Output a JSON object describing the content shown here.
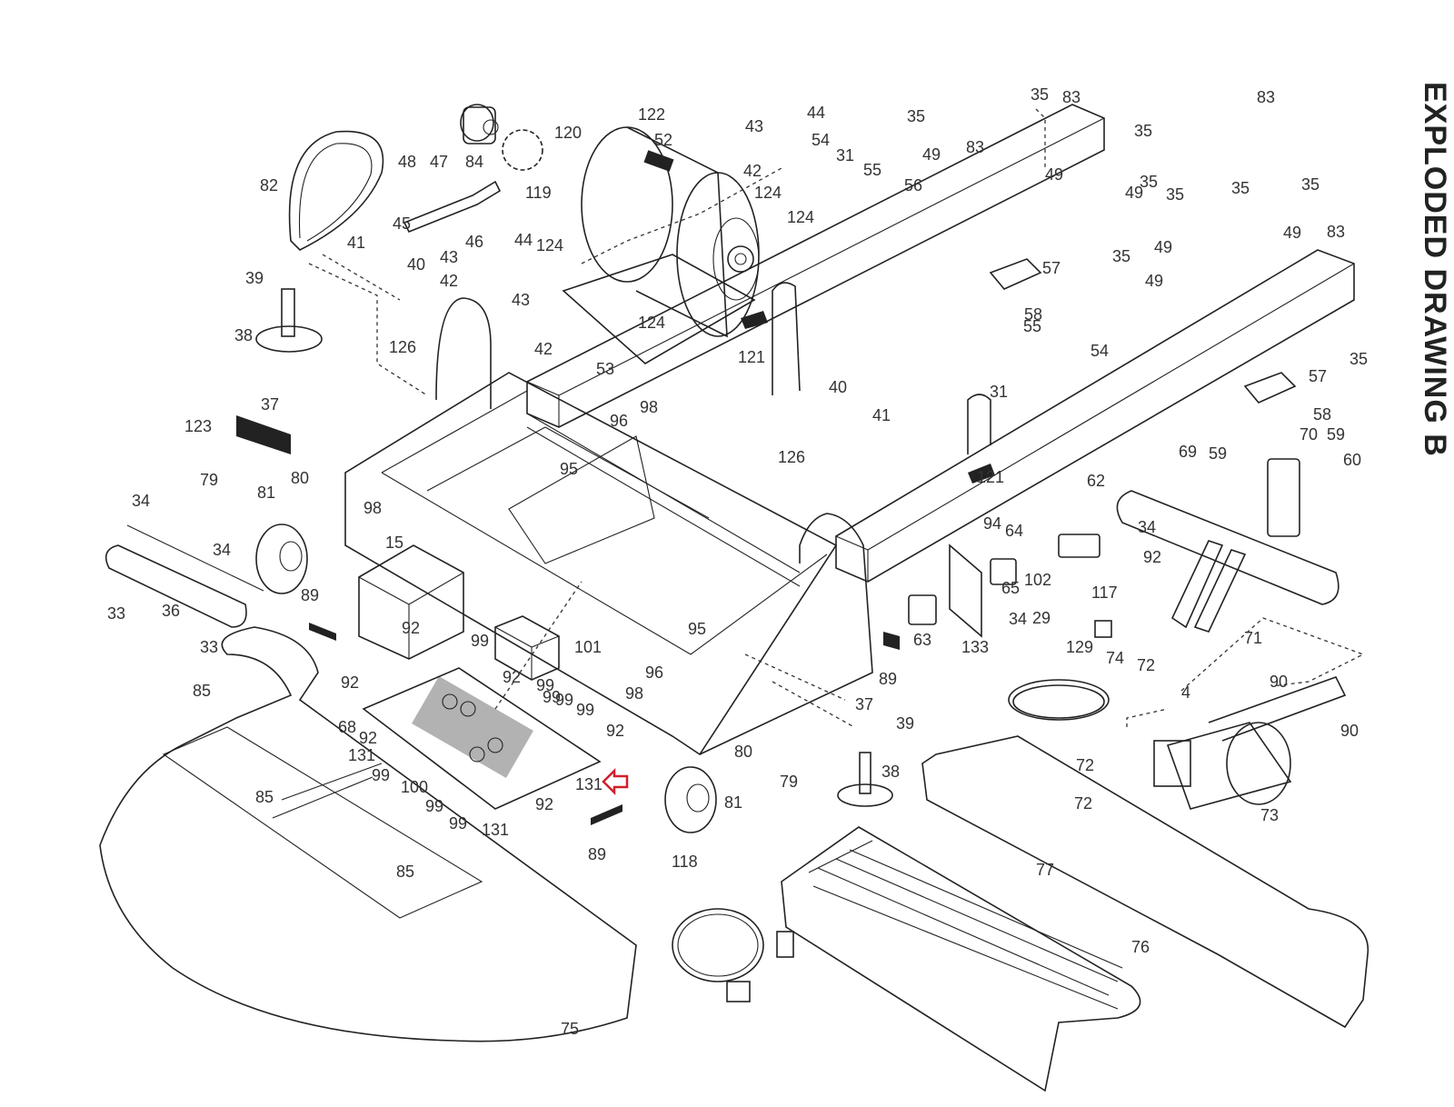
{
  "page": {
    "title": "EXPLODED DRAWING B",
    "highlight": {
      "part_number": "131",
      "marker": "arrow-left-outline",
      "color": "#d0202a"
    }
  },
  "parts": [
    {
      "n": "4"
    },
    {
      "n": "15"
    },
    {
      "n": "29"
    },
    {
      "n": "31"
    },
    {
      "n": "33"
    },
    {
      "n": "34"
    },
    {
      "n": "35"
    },
    {
      "n": "36"
    },
    {
      "n": "37"
    },
    {
      "n": "38"
    },
    {
      "n": "39"
    },
    {
      "n": "40"
    },
    {
      "n": "41"
    },
    {
      "n": "42"
    },
    {
      "n": "43"
    },
    {
      "n": "44"
    },
    {
      "n": "45"
    },
    {
      "n": "46"
    },
    {
      "n": "47"
    },
    {
      "n": "48"
    },
    {
      "n": "49"
    },
    {
      "n": "52"
    },
    {
      "n": "53"
    },
    {
      "n": "54"
    },
    {
      "n": "55"
    },
    {
      "n": "56"
    },
    {
      "n": "57"
    },
    {
      "n": "58"
    },
    {
      "n": "59"
    },
    {
      "n": "60"
    },
    {
      "n": "62"
    },
    {
      "n": "63"
    },
    {
      "n": "64"
    },
    {
      "n": "65"
    },
    {
      "n": "68"
    },
    {
      "n": "69"
    },
    {
      "n": "70"
    },
    {
      "n": "71"
    },
    {
      "n": "72"
    },
    {
      "n": "73"
    },
    {
      "n": "74"
    },
    {
      "n": "75"
    },
    {
      "n": "76"
    },
    {
      "n": "77"
    },
    {
      "n": "79"
    },
    {
      "n": "80"
    },
    {
      "n": "81"
    },
    {
      "n": "82"
    },
    {
      "n": "83"
    },
    {
      "n": "84"
    },
    {
      "n": "85"
    },
    {
      "n": "89"
    },
    {
      "n": "90"
    },
    {
      "n": "92"
    },
    {
      "n": "94"
    },
    {
      "n": "95"
    },
    {
      "n": "96"
    },
    {
      "n": "98"
    },
    {
      "n": "99"
    },
    {
      "n": "100"
    },
    {
      "n": "101"
    },
    {
      "n": "102"
    },
    {
      "n": "117"
    },
    {
      "n": "118"
    },
    {
      "n": "119"
    },
    {
      "n": "120"
    },
    {
      "n": "121"
    },
    {
      "n": "122"
    },
    {
      "n": "123"
    },
    {
      "n": "124"
    },
    {
      "n": "126"
    },
    {
      "n": "129"
    },
    {
      "n": "131"
    },
    {
      "n": "133"
    }
  ],
  "callouts": [
    {
      "t": "122"
    },
    {
      "t": "44"
    },
    {
      "t": "43"
    },
    {
      "t": "54"
    },
    {
      "t": "31"
    },
    {
      "t": "55"
    },
    {
      "t": "35"
    },
    {
      "t": "83"
    },
    {
      "t": "35"
    },
    {
      "t": "83"
    },
    {
      "t": "35"
    },
    {
      "t": "49"
    },
    {
      "t": "49"
    },
    {
      "t": "49"
    },
    {
      "t": "35"
    },
    {
      "t": "120"
    },
    {
      "t": "84"
    },
    {
      "t": "119"
    },
    {
      "t": "52"
    },
    {
      "t": "42"
    },
    {
      "t": "124"
    },
    {
      "t": "124"
    },
    {
      "t": "56"
    },
    {
      "t": "82"
    },
    {
      "t": "48"
    },
    {
      "t": "47"
    },
    {
      "t": "45"
    },
    {
      "t": "46"
    },
    {
      "t": "44"
    },
    {
      "t": "43"
    },
    {
      "t": "42"
    },
    {
      "t": "124"
    },
    {
      "t": "43"
    },
    {
      "t": "42"
    },
    {
      "t": "124"
    },
    {
      "t": "53"
    },
    {
      "t": "41"
    },
    {
      "t": "40"
    },
    {
      "t": "39"
    },
    {
      "t": "38"
    },
    {
      "t": "126"
    },
    {
      "t": "121"
    },
    {
      "t": "57"
    },
    {
      "t": "58"
    },
    {
      "t": "55"
    },
    {
      "t": "54"
    },
    {
      "t": "31"
    },
    {
      "t": "49"
    },
    {
      "t": "35"
    },
    {
      "t": "83"
    },
    {
      "t": "35"
    },
    {
      "t": "49"
    },
    {
      "t": "35"
    },
    {
      "t": "83"
    },
    {
      "t": "35"
    },
    {
      "t": "49"
    },
    {
      "t": "35"
    },
    {
      "t": "57"
    },
    {
      "t": "58"
    },
    {
      "t": "37"
    },
    {
      "t": "123"
    },
    {
      "t": "96"
    },
    {
      "t": "98"
    },
    {
      "t": "40"
    },
    {
      "t": "126"
    },
    {
      "t": "41"
    },
    {
      "t": "121"
    },
    {
      "t": "69"
    },
    {
      "t": "59"
    },
    {
      "t": "70"
    },
    {
      "t": "59"
    },
    {
      "t": "60"
    },
    {
      "t": "62"
    },
    {
      "t": "79"
    },
    {
      "t": "80"
    },
    {
      "t": "95"
    },
    {
      "t": "34"
    },
    {
      "t": "81"
    },
    {
      "t": "98"
    },
    {
      "t": "15"
    },
    {
      "t": "34"
    },
    {
      "t": "64"
    },
    {
      "t": "34"
    },
    {
      "t": "94"
    },
    {
      "t": "92"
    },
    {
      "t": "89"
    },
    {
      "t": "102"
    },
    {
      "t": "65"
    },
    {
      "t": "117"
    },
    {
      "t": "33"
    },
    {
      "t": "36"
    },
    {
      "t": "92"
    },
    {
      "t": "101"
    },
    {
      "t": "95"
    },
    {
      "t": "34"
    },
    {
      "t": "29"
    },
    {
      "t": "71"
    },
    {
      "t": "33"
    },
    {
      "t": "99"
    },
    {
      "t": "92"
    },
    {
      "t": "63"
    },
    {
      "t": "133"
    },
    {
      "t": "129"
    },
    {
      "t": "74"
    },
    {
      "t": "72"
    },
    {
      "t": "90"
    },
    {
      "t": "92"
    },
    {
      "t": "99"
    },
    {
      "t": "96"
    },
    {
      "t": "89"
    },
    {
      "t": "85"
    },
    {
      "t": "99"
    },
    {
      "t": "99"
    },
    {
      "t": "98"
    },
    {
      "t": "37"
    },
    {
      "t": "4"
    },
    {
      "t": "68"
    },
    {
      "t": "92"
    },
    {
      "t": "99"
    },
    {
      "t": "92"
    },
    {
      "t": "39"
    },
    {
      "t": "90"
    },
    {
      "t": "131"
    },
    {
      "t": "80"
    },
    {
      "t": "99"
    },
    {
      "t": "38"
    },
    {
      "t": "100"
    },
    {
      "t": "131"
    },
    {
      "t": "79"
    },
    {
      "t": "72"
    },
    {
      "t": "85"
    },
    {
      "t": "99"
    },
    {
      "t": "92"
    },
    {
      "t": "81"
    },
    {
      "t": "72"
    },
    {
      "t": "99"
    },
    {
      "t": "131"
    },
    {
      "t": "73"
    },
    {
      "t": "89"
    },
    {
      "t": "118"
    },
    {
      "t": "77"
    },
    {
      "t": "85"
    },
    {
      "t": "76"
    },
    {
      "t": "75"
    }
  ]
}
